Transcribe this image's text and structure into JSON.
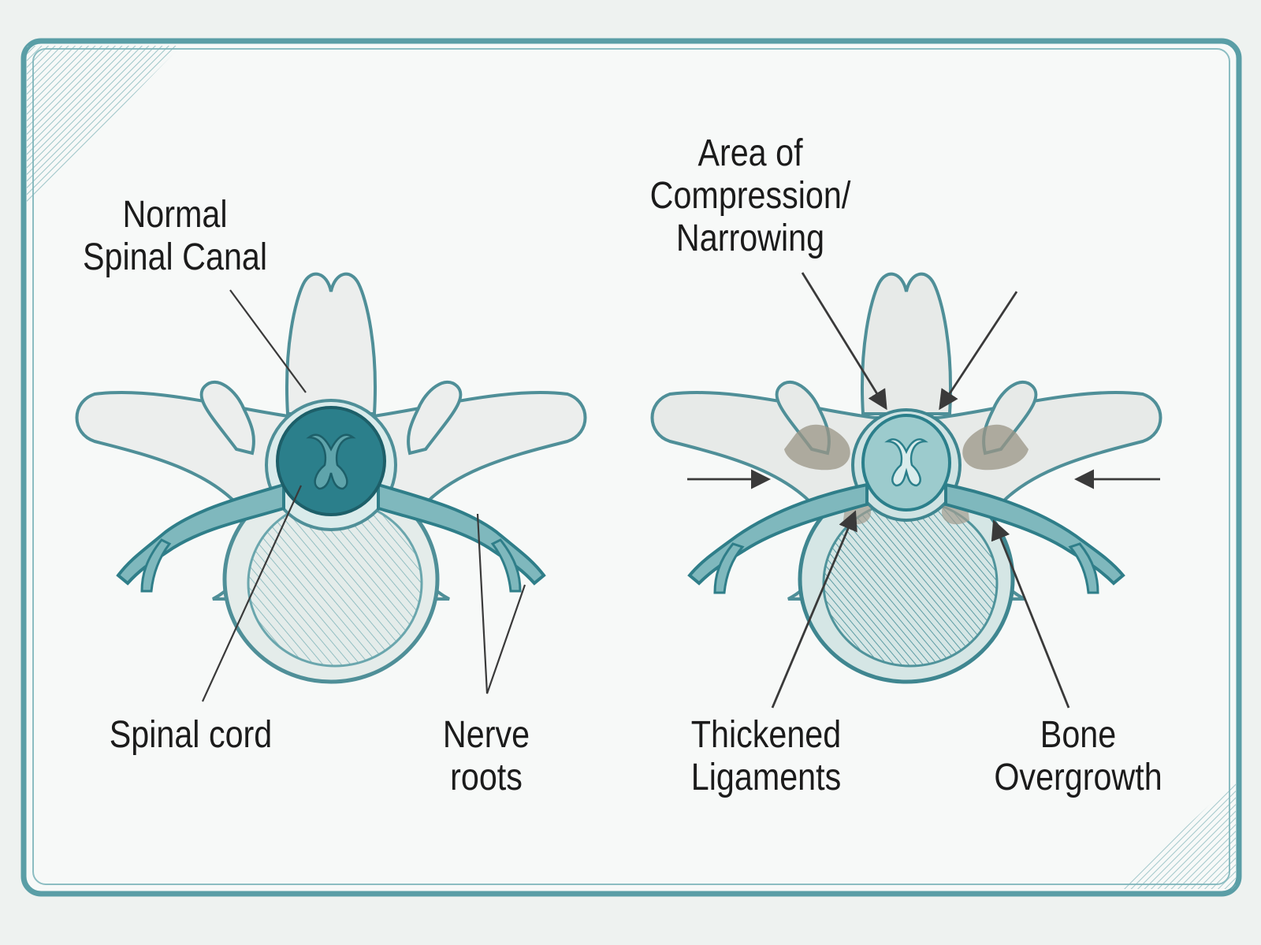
{
  "colors": {
    "frame": "#5a9ea6",
    "paper": "#f7f9f8",
    "bone_fill": "#eceeed",
    "bone_outline": "#4f8f98",
    "teal_light": "#9ccbcd",
    "teal_mid": "#5fa4ab",
    "teal_dark": "#2b7f8b",
    "overgrowth": "#8a8478",
    "text": "#1b1b1b"
  },
  "left_panel": {
    "normal_canal_label": [
      "Normal",
      "Spinal Canal"
    ],
    "spinal_cord_label": "Spinal cord",
    "nerve_roots_label": [
      "Nerve",
      "roots"
    ]
  },
  "right_panel": {
    "compression_label": [
      "Area of",
      "Compression/",
      "Narrowing"
    ],
    "ligaments_label": [
      "Thickened",
      "Ligaments"
    ],
    "bone_overgrowth_label": [
      "Bone",
      "Overgrowth"
    ]
  }
}
